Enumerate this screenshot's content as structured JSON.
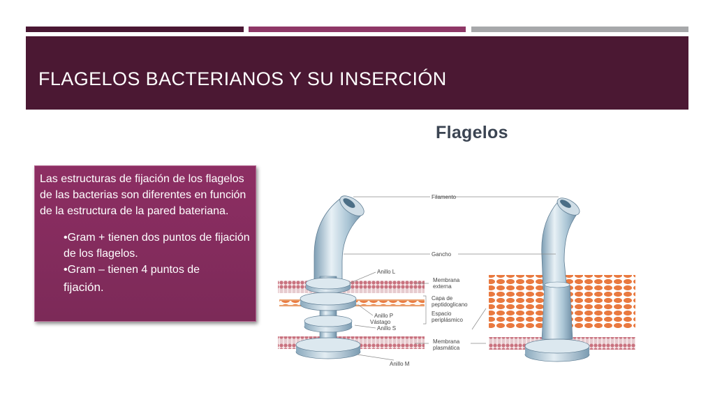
{
  "slide": {
    "title": "FLAGELOS BACTERIANOS Y SU INSERCIÓN"
  },
  "info_box": {
    "paragraph": "Las estructuras de fijación de los flagelos de las bacterias son diferentes en función de la estructura de la pared bateriana.",
    "bullets": [
      "•Gram + tienen dos puntos de fijación de los flagelos.",
      "•Gram – tienen 4 puntos de"
    ],
    "last_bullet_tail": "fijación."
  },
  "figure": {
    "title": "Flagelos",
    "labels": {
      "filamento": "Filamento",
      "gancho": "Gancho",
      "anillo_l": "Anillo L",
      "membrana_externa_1": "Membrana",
      "membrana_externa_2": "externa",
      "peptidoglicano_1": "Capa de",
      "peptidoglicano_2": "peptidoglicano",
      "periplasmico_1": "Espacio",
      "periplasmico_2": "periplásmico",
      "anillo_p": "Anillo P",
      "vastago": "Vástago",
      "anillo_s": "Anillo S",
      "membrana_plasmatica_1": "Membrana",
      "membrana_plasmatica_2": "plasmática",
      "anillo_m": "Anillo M"
    }
  },
  "colors": {
    "title_bg": "#4b1833",
    "stripe_1": "#4a1733",
    "stripe_2": "#8e3766",
    "stripe_3": "#a7a8aa",
    "box_bg": "#8d2e63",
    "membrane": "#c9727f",
    "peptidoglycan": "#e9793f",
    "flagellum": "#a9c4d4"
  }
}
